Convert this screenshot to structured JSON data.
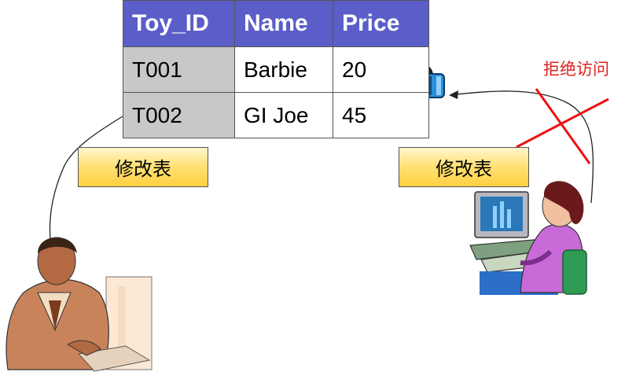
{
  "table": {
    "headers": [
      "Toy_ID",
      "Name",
      "Price"
    ],
    "rows": [
      [
        "T001",
        "Barbie",
        "20"
      ],
      [
        "T002",
        "GI Joe",
        "45"
      ]
    ]
  },
  "labels": {
    "left_action": "修改表",
    "right_action": "修改表",
    "denied": "拒绝访问"
  },
  "colors": {
    "header_bg": "#5b5ec8",
    "id_cell_bg": "#c8c8c8",
    "label_bg": "#ffe27a",
    "deny_red": "#e02020",
    "lock_blue": "#2a8fd8"
  },
  "icons": {
    "lock": "padlock-icon",
    "cross": "red-x-mark",
    "left_person": "man-at-computer-illustration",
    "right_person": "woman-at-computer-illustration"
  }
}
